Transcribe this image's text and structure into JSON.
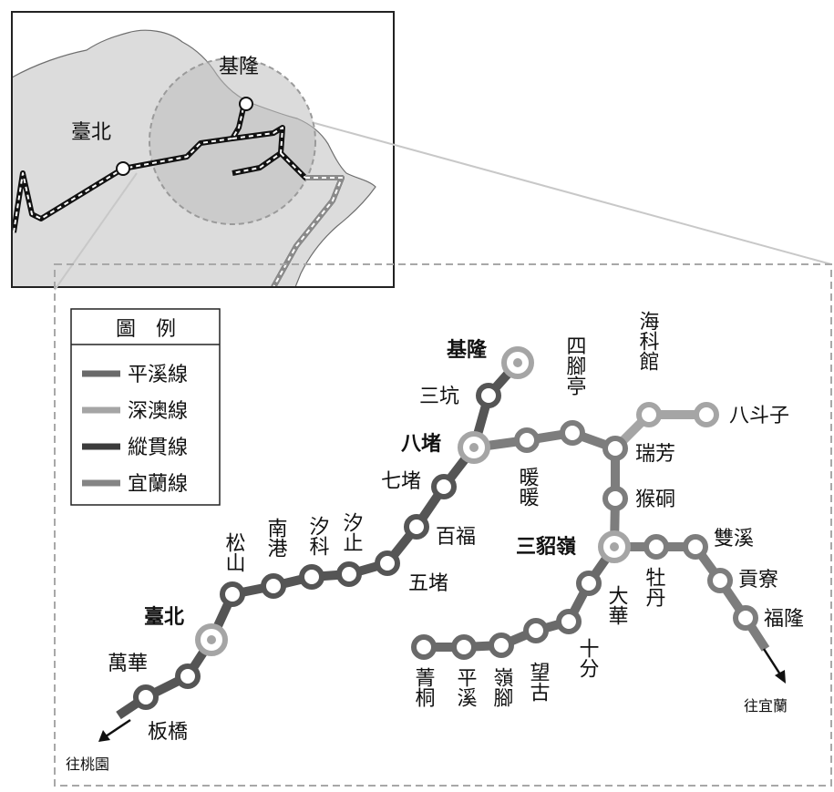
{
  "inset": {
    "cities": {
      "taipei": "臺北",
      "keelung": "基隆"
    }
  },
  "legend": {
    "title": "圖　例",
    "items": [
      {
        "name": "平溪線",
        "color": "#6a6a6a"
      },
      {
        "name": "深澳線",
        "color": "#a5a5a5"
      },
      {
        "name": "縱貫線",
        "color": "#3c3c3c"
      },
      {
        "name": "宜蘭線",
        "color": "#858585"
      }
    ]
  },
  "stations": {
    "keelung": "基隆",
    "sankeng": "三坑",
    "badu": "八堵",
    "qidu": "七堵",
    "baifu": "百福",
    "wudu": "五堵",
    "xizhi": "汐止",
    "xike": "汐科",
    "nangang": "南港",
    "songshan": "松山",
    "taipei": "臺北",
    "wanhua": "萬華",
    "banqiao": "板橋",
    "nuannuan": "暖暖",
    "sijiaoting": "四腳亭",
    "ruifang": "瑞芳",
    "haikeguan": "海科館",
    "badouzi": "八斗子",
    "houtong": "猴硐",
    "sandiaoling": "三貂嶺",
    "mudan": "牡丹",
    "shuangxi": "雙溪",
    "gongliao": "貢寮",
    "fulong": "福隆",
    "dahua": "大華",
    "shifen": "十分",
    "wanggu": "望古",
    "lingjiao": "嶺腳",
    "pingxi": "平溪",
    "jingtong": "菁桐"
  },
  "directions": {
    "to_taoyuan": "往桃園",
    "to_yilan": "往宜蘭"
  }
}
